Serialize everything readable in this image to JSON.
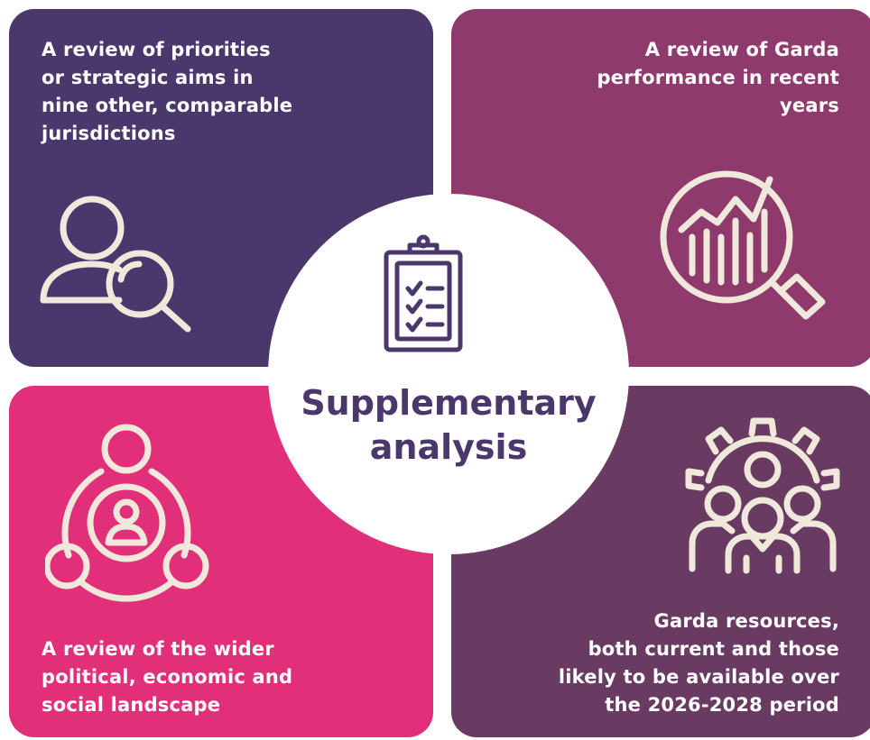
{
  "center": {
    "title": "Supplementary\nanalysis",
    "icon": "clipboard-checklist-icon"
  },
  "quadrants": {
    "top_left": {
      "text": "A review of priorities\nor strategic aims in\nnine other, comparable\njurisdictions",
      "icon": "user-magnifier-icon",
      "color": "#4a386c"
    },
    "top_right": {
      "text": "A review of Garda\nperformance in recent\nyears",
      "icon": "chart-magnifier-icon",
      "color": "#8f3a6d"
    },
    "bottom_left": {
      "text": "A review of the wider\npolitical, economic and\nsocial landscape",
      "icon": "user-network-icon",
      "color": "#e22f7a"
    },
    "bottom_right": {
      "text": "Garda resources,\nboth current and those\nlikely to be available over\nthe 2026-2028 period",
      "icon": "team-gear-icon",
      "color": "#6a3b62"
    }
  },
  "colors": {
    "center_text": "#4a386c",
    "icon_stroke": "#f1e8dc"
  }
}
